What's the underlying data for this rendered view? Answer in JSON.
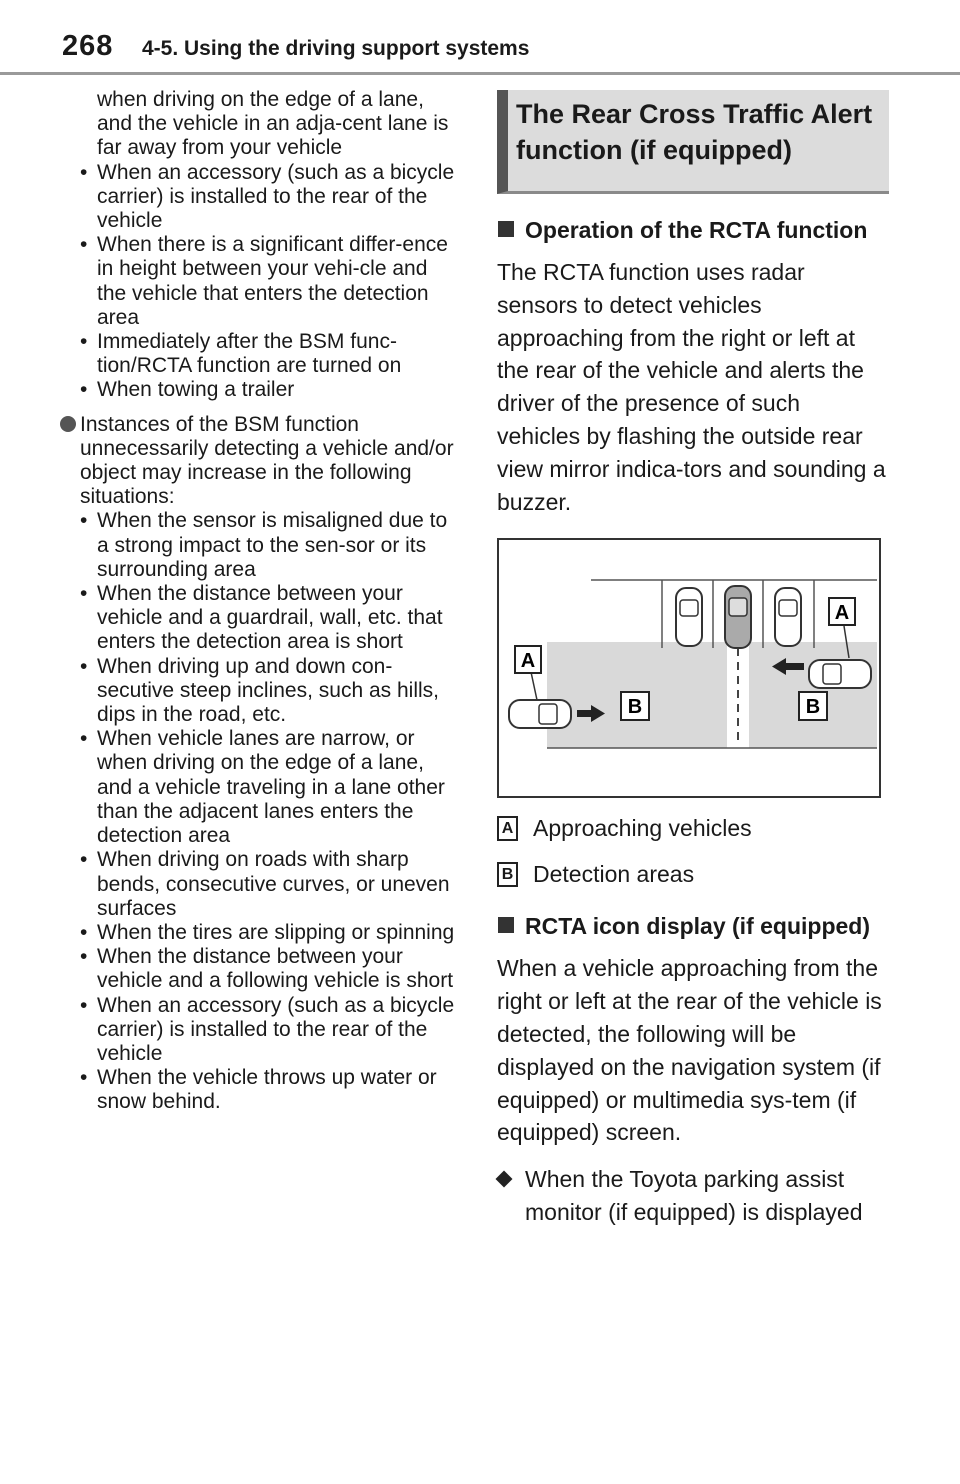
{
  "header": {
    "page_number": "268",
    "section": "4-5. Using the driving support systems"
  },
  "left": {
    "continuation": "when driving on the edge of a lane, and the vehicle in an adja-cent lane is far away from your vehicle",
    "list1": [
      "When an accessory (such as a bicycle carrier) is installed to the rear of the vehicle",
      "When there is a significant differ-ence in height between your vehi-cle and the vehicle that enters the detection area",
      "Immediately after the BSM func-tion/RCTA function are turned on",
      "When towing a trailer"
    ],
    "block2_intro": "Instances of the BSM function unnecessarily detecting a vehicle and/or object may increase in the following situations:",
    "list2": [
      "When the sensor is misaligned due to a strong impact to the sen-sor or its surrounding area",
      "When the distance between your vehicle and a guardrail, wall, etc. that enters the detection area is short",
      "When driving up and down con-secutive steep inclines, such as hills, dips in the road, etc.",
      "When vehicle lanes are narrow, or when driving on the edge of a lane, and a vehicle traveling in a lane other than the adjacent lanes enters the detection area",
      "When driving on roads with sharp bends, consecutive curves, or uneven surfaces",
      "When the tires are slipping or spinning",
      "When the distance between your vehicle and a following vehicle is short",
      "When an accessory (such as a bicycle carrier) is installed to the rear of the vehicle",
      "When the vehicle throws up water or snow behind."
    ]
  },
  "right": {
    "box_title": "The Rear Cross Traffic Alert function (if equipped)",
    "subhead1": "Operation of the RCTA function",
    "para1": "The RCTA function uses radar sensors to detect vehicles approaching from the right or left at the rear of the vehicle and alerts the driver of the presence of such vehicles by flashing the outside rear view mirror indica-tors and sounding a buzzer.",
    "diagram_labels": {
      "a": "A",
      "b": "B"
    },
    "legend": [
      {
        "tag": "A",
        "text": "Approaching vehicles"
      },
      {
        "tag": "B",
        "text": "Detection areas"
      }
    ],
    "subhead2": "RCTA icon display (if equipped)",
    "para2": "When a vehicle approaching from the right or left at the rear of the vehicle is detected, the following will be displayed on the navigation system (if equipped) or multimedia sys-tem (if equipped) screen.",
    "bullet": "When the Toyota parking assist monitor (if equipped) is displayed"
  },
  "colors": {
    "detection_area": "#d9d9d9",
    "title_box": "#dcdcdc",
    "title_bar": "#555555"
  }
}
